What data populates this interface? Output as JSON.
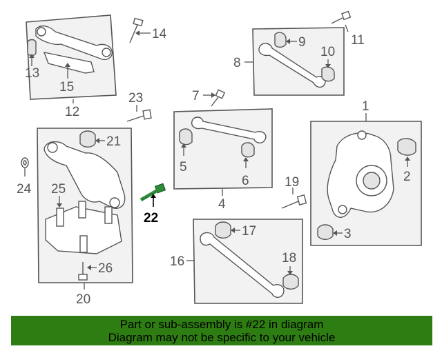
{
  "callouts": {
    "c1": "1",
    "c2": "2",
    "c3": "3",
    "c4": "4",
    "c5": "5",
    "c6": "6",
    "c7": "7",
    "c8": "8",
    "c9": "9",
    "c10": "10",
    "c11": "11",
    "c12": "12",
    "c13": "13",
    "c14": "14",
    "c15": "15",
    "c16": "16",
    "c17": "17",
    "c18": "18",
    "c19": "19",
    "c20": "20",
    "c21": "21",
    "c22": "22",
    "c23": "23",
    "c24": "24",
    "c25": "25",
    "c26": "26"
  },
  "highlighted_part": "22",
  "banner": {
    "line1": "Part or sub-assembly is #22 in diagram",
    "line2": "Diagram may not be specific to your vehicle",
    "color": "#2e7d12"
  },
  "colors": {
    "highlight_bolt": "#2f8a3a",
    "line_art": "#555555"
  }
}
